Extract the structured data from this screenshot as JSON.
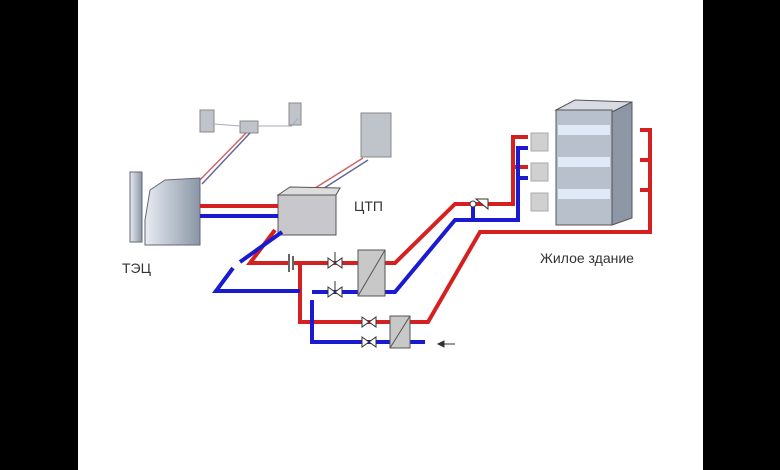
{
  "labels": {
    "plant": "ТЭЦ",
    "substation": "ЦТП",
    "building": "Жилое здание"
  },
  "colors": {
    "supply": "#d42020",
    "return": "#1a1ad0",
    "equipment": "#c8c8c8",
    "background": "#ffffff",
    "letterbox": "#000000"
  }
}
